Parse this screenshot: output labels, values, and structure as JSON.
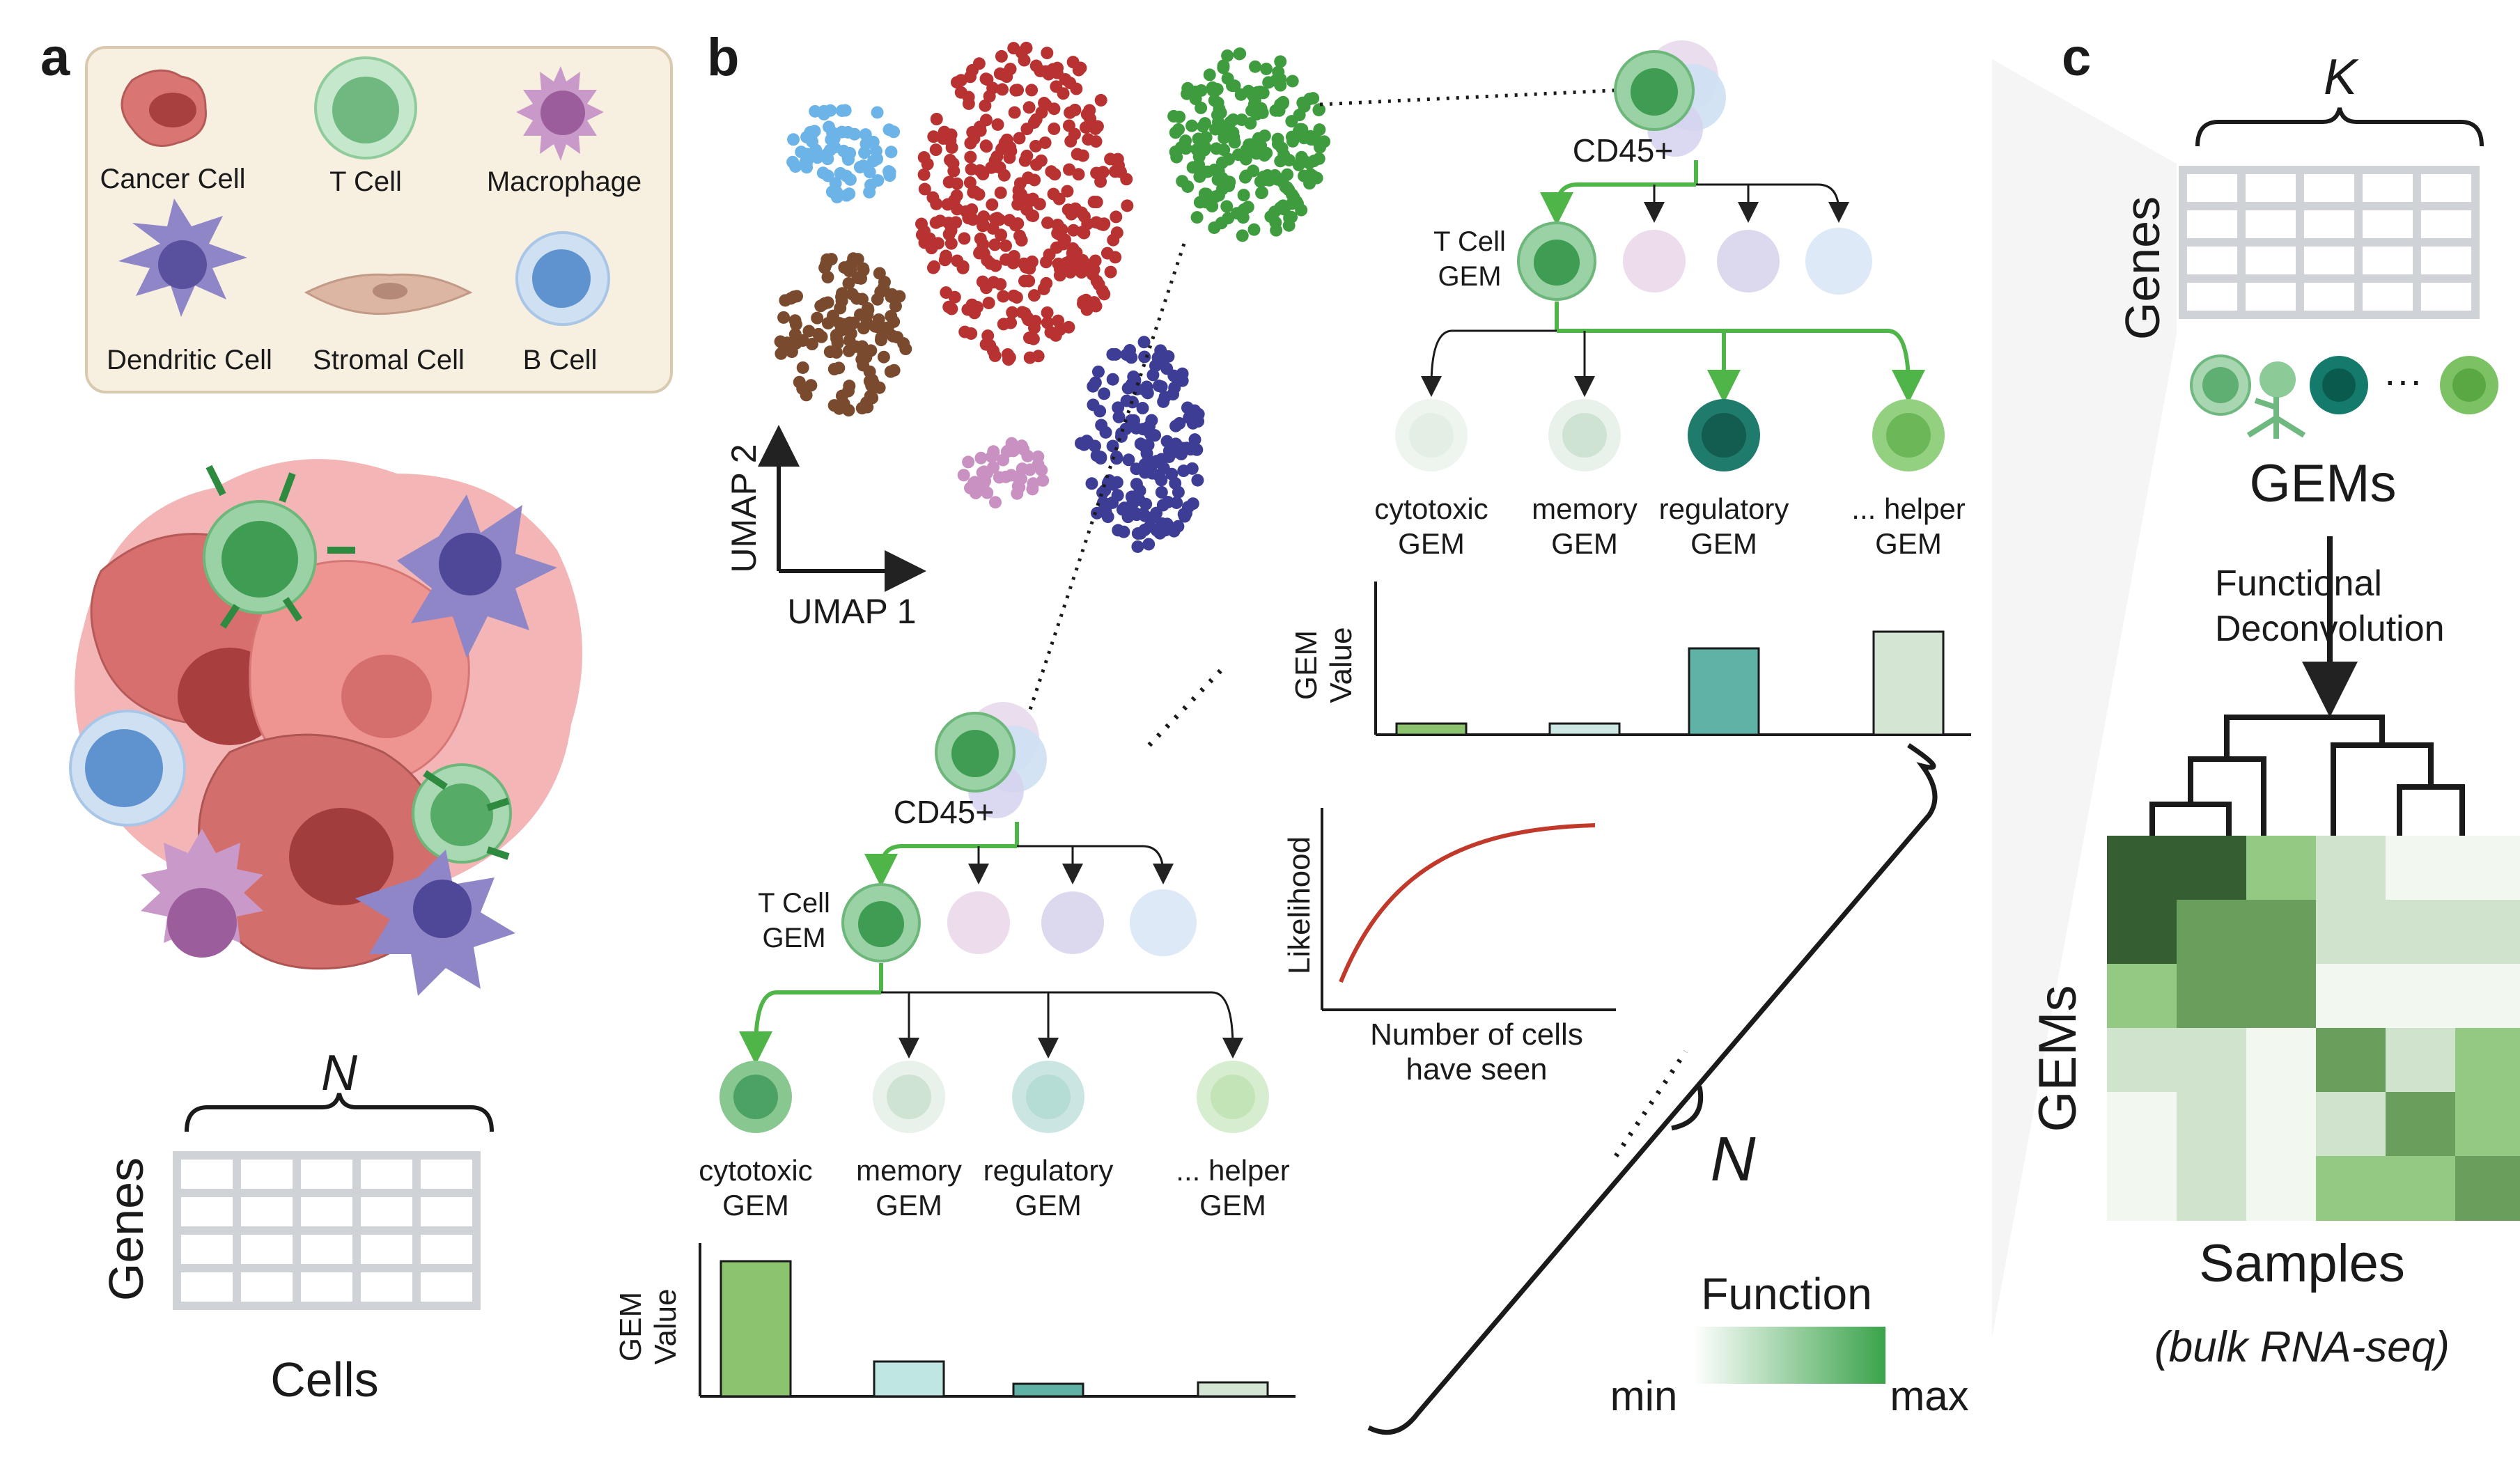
{
  "panels": {
    "a": "a",
    "b": "b",
    "c": "c"
  },
  "legend": {
    "cancer": "Cancer Cell",
    "tcell": "T Cell",
    "macrophage": "Macrophage",
    "dendritic": "Dendritic Cell",
    "stromal": "Stromal Cell",
    "bcell": "B Cell"
  },
  "matrix_a": {
    "n": "N",
    "genes": "Genes",
    "cells": "Cells"
  },
  "umap": {
    "axis1": "UMAP 1",
    "axis2": "UMAP 2"
  },
  "tree_upper": {
    "root": "CD45+",
    "tcell_line1": "T Cell",
    "tcell_line2": "GEM",
    "leaves": [
      {
        "l1": "cytotoxic",
        "l2": "GEM"
      },
      {
        "l1": "memory",
        "l2": "GEM"
      },
      {
        "l1": "regulatory",
        "l2": "GEM"
      },
      {
        "l1": "... helper",
        "l2": "GEM"
      }
    ],
    "y_label_line1": "GEM",
    "y_label_line2": "Value",
    "bar_values": [
      0.08,
      0.08,
      0.62,
      0.74
    ]
  },
  "tree_lower": {
    "root": "CD45+",
    "tcell_line1": "T Cell",
    "tcell_line2": "GEM",
    "leaves": [
      {
        "l1": "cytotoxic",
        "l2": "GEM"
      },
      {
        "l1": "memory",
        "l2": "GEM"
      },
      {
        "l1": "regulatory",
        "l2": "GEM"
      },
      {
        "l1": "... helper",
        "l2": "GEM"
      }
    ],
    "y_label_line1": "GEM",
    "y_label_line2": "Value",
    "bar_values": [
      0.97,
      0.25,
      0.09,
      0.1
    ]
  },
  "likelihood": {
    "ylabel": "Likelihood",
    "xlabel_line1": "Number of cells",
    "xlabel_line2": "have seen"
  },
  "brace_b": {
    "label": "N"
  },
  "function_scale": {
    "title": "Function",
    "min": "min",
    "max": "max",
    "color_min": "#ffffff",
    "color_max": "#3aa34a"
  },
  "matrix_c": {
    "k": "K",
    "genes": "Genes",
    "gems": "GEMs",
    "ellipsis": "···"
  },
  "deconv": {
    "line1": "Functional",
    "line2": "Deconvolution"
  },
  "heatmap": {
    "ylabel": "GEMs",
    "xlabel": "Samples",
    "sub": "(bulk RNA-seq)",
    "values": [
      [
        4,
        4,
        2,
        1,
        0,
        0
      ],
      [
        4,
        3,
        3,
        1,
        1,
        1
      ],
      [
        2,
        3,
        3,
        0,
        0,
        0
      ],
      [
        1,
        1,
        0,
        3,
        1,
        2
      ],
      [
        0,
        1,
        0,
        1,
        3,
        2
      ],
      [
        0,
        1,
        0,
        2,
        2,
        3
      ]
    ],
    "palette": [
      "#f2f7f0",
      "#cfe3cd",
      "#93c983",
      "#6a9e5c",
      "#355f33"
    ]
  }
}
